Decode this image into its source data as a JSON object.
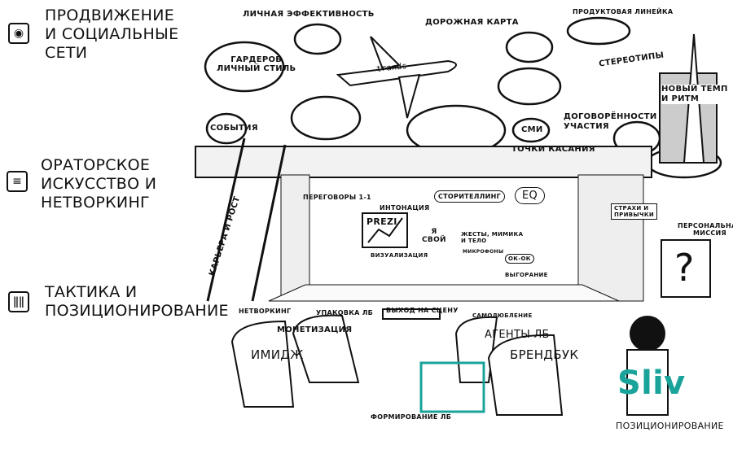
{
  "legend": [
    {
      "icon": "camera-icon",
      "label": "ПРОДВИЖЕНИЕ\nИ СОЦИАЛЬНЫЕ\nСЕТИ"
    },
    {
      "icon": "speech-icon",
      "label": "ОРАТОРСКОЕ\nИСКУССТВО И\nНЕТВОРКИНГ"
    },
    {
      "icon": "people-icon",
      "label": "ТАКТИКА И\nПОЗИЦИОНИРОВАНИЕ"
    }
  ],
  "sky": {
    "personal_efficiency": "ЛИЧНАЯ ЭФФЕКТИВНОСТЬ",
    "roadmap": "ДОРОЖНАЯ КАРТА",
    "product_line": "ПРОДУКТОВАЯ ЛИНЕЙКА",
    "wardrobe": "ГАРДЕРОБ\nЛИЧНЫЙ СТИЛЬ",
    "plane": "trands",
    "stereotypes": "СТЕРЕОТИПЫ",
    "new_pace": "НОВЫЙ ТЕМП\nИ РИТМ",
    "agreements": "ДОГОВОРЁННОСТИ\nУЧАСТИЯ",
    "events": "СОБЫТИЯ",
    "media": "СМИ",
    "touchpoints": "ТОЧКИ КАСАНИЯ"
  },
  "stage": {
    "career": "КАРЬЕРА И РОСТ",
    "negotiations": "ПЕРЕГОВОРЫ 1-1",
    "prezi": "PREZI",
    "intonation": "ИНТОНАЦИЯ",
    "storytelling": "СТОРИТЕЛЛИНГ",
    "gestures": "ЖЕСТЫ, МИМИКА\nИ ТЕЛО",
    "shirt": "Я\nСВОЙ",
    "visualization": "ВИЗУАЛИЗАЦИЯ",
    "microphones": "МИКРОФОНЫ",
    "eq": "EQ",
    "okok": "ОК-ОК",
    "burnout": "ВЫГОРАНИЕ",
    "fears": "СТРАХИ И\nПРИВЫЧКИ",
    "mission": "ПЕРСОНАЛЬНАЯ\nМИССИЯ",
    "question": "?"
  },
  "seats": {
    "networking": "НЕТВОРКИНГ",
    "packaging": "УПАКОВКА ЛБ",
    "stage_exit": "ВЫХОД НА СЦЕНУ",
    "self_love": "САМОЛЮБЛЕНИЕ",
    "monetization": "МОНЕТИЗАЦИЯ",
    "agents": "АГЕНТЫ ЛБ",
    "image": "ИМИДЖ",
    "brandbook": "БРЕНДБУК",
    "forming": "ФОРМИРОВАНИЕ ЛБ",
    "positioning": "ПОЗИЦИОНИРОВАНИЕ"
  },
  "watermark": "Sliv",
  "colors": {
    "ink": "#111111",
    "watermark": "#1aa39a",
    "shade": "#d8d8d8"
  }
}
